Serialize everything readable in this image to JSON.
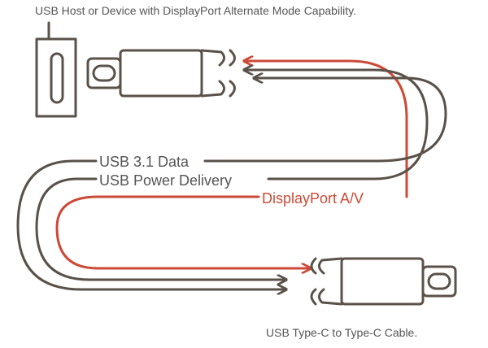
{
  "labels": {
    "top_caption": "USB Host or Device with DisplayPort Alternate Mode Capability.",
    "usb_data": "USB 3.1 Data",
    "usb_power": "USB Power Delivery",
    "displayport": "DisplayPort A/V",
    "bottom_caption": "USB Type-C to Type-C Cable."
  },
  "colors": {
    "line": "#5a5149",
    "accent": "#cc4a37",
    "text": "#555555"
  }
}
